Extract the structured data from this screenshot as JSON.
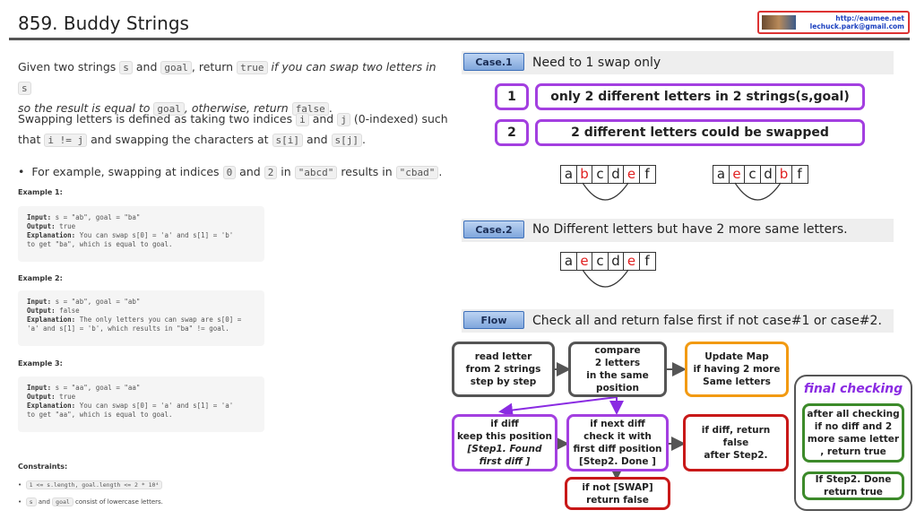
{
  "header": {
    "title": "859. Buddy Strings",
    "badge_line1": "http://eaumee.net",
    "badge_line2": "lechuck.park@gmail.com"
  },
  "problem": {
    "p1_a": "Given two strings",
    "s": "s",
    "p1_b": "and",
    "goal": "goal",
    "p1_c": ", return",
    "true_kw": "true",
    "p1_d": "if you can swap two letters in",
    "p1_e": "so the result is equal to",
    "p1_f": ", otherwise, return",
    "false_kw": "false",
    "p2_a": "Swapping letters is defined as taking two indices",
    "i": "i",
    "and": "and",
    "j": "j",
    "p2_b": "(0-indexed) such",
    "p2_c": "that",
    "ineq": "i != j",
    "p2_d": "and swapping the characters at",
    "si": "s[i]",
    "sj": "s[j]",
    "bullet_a": "For example, swapping at indices",
    "zero": "0",
    "two": "2",
    "in_word": "in",
    "abcd": "\"abcd\"",
    "results_in": "results in",
    "cbad": "\"cbad\""
  },
  "examples": [
    {
      "heading": "Example 1:",
      "input_label": "Input:",
      "input": "s = \"ab\", goal = \"ba\"",
      "output_label": "Output:",
      "output": "true",
      "expl_label": "Explanation:",
      "expl1": "You can swap s[0] = 'a' and s[1] = 'b'",
      "expl2": "to get \"ba\", which is equal to goal."
    },
    {
      "heading": "Example 2:",
      "input_label": "Input:",
      "input": "s = \"ab\", goal = \"ab\"",
      "output_label": "Output:",
      "output": "false",
      "expl_label": "Explanation:",
      "expl1": "The only letters you can swap are s[0] =",
      "expl2": "'a' and s[1] = 'b', which results in \"ba\" != goal."
    },
    {
      "heading": "Example 3:",
      "input_label": "Input:",
      "input": "s = \"aa\", goal = \"aa\"",
      "output_label": "Output:",
      "output": "true",
      "expl_label": "Explanation:",
      "expl1": "You can swap s[0] = 'a' and s[1] = 'a'",
      "expl2": "to get \"aa\", which is equal to goal."
    }
  ],
  "constraints": {
    "heading": "Constraints:",
    "c1": "1 <= s.length, goal.length <= 2 * 10⁴",
    "c2_a": "s",
    "c2_b": "and",
    "c2_c": "goal",
    "c2_d": "consist of lowercase letters."
  },
  "case1": {
    "tag": "Case.1",
    "text": "Need to 1 swap only",
    "n1": "1",
    "item1": "only 2 different letters in 2 strings(s,goal)",
    "n2": "2",
    "item2": "2 different letters could be swapped",
    "array_a": [
      "a",
      "b",
      "c",
      "d",
      "e",
      "f"
    ],
    "array_a_red": [
      1,
      4
    ],
    "array_b": [
      "a",
      "e",
      "c",
      "d",
      "b",
      "f"
    ],
    "array_b_red": [
      1,
      4
    ]
  },
  "case2": {
    "tag": "Case.2",
    "text": "No Different letters but have 2 more same letters.",
    "array": [
      "a",
      "e",
      "c",
      "d",
      "e",
      "f"
    ],
    "array_red": [
      1,
      4
    ]
  },
  "flow": {
    "tag": "Flow",
    "text": "Check all and return false first if not case#1 or case#2.",
    "box_read": "read letter\nfrom 2 strings\nstep by step",
    "box_compare": "compare\n2 letters\nin the same\nposition",
    "box_update": "Update Map\nif having 2 more\nSame letters",
    "box_keep_a": "if diff\nkeep this position",
    "box_keep_b": "[Step1. Found\nfirst diff ]",
    "box_next": "if next diff\ncheck it with\nfirst diff position\n[Step2. Done ]",
    "box_return": "if diff, return\nfalse\nafter Step2.",
    "box_swap": "if not [SWAP]\nreturn false",
    "final_title": "final checking",
    "final1": "after all checking\nif no diff and 2\nmore same letter\n, return true",
    "final2": "If Step2. Done\nreturn true"
  },
  "colors": {
    "accent_purple": "#a33fe0",
    "red": "#c81818",
    "orange": "#f29a12",
    "green": "#3c8a2a",
    "tag_blue": "#7fa6dc"
  }
}
